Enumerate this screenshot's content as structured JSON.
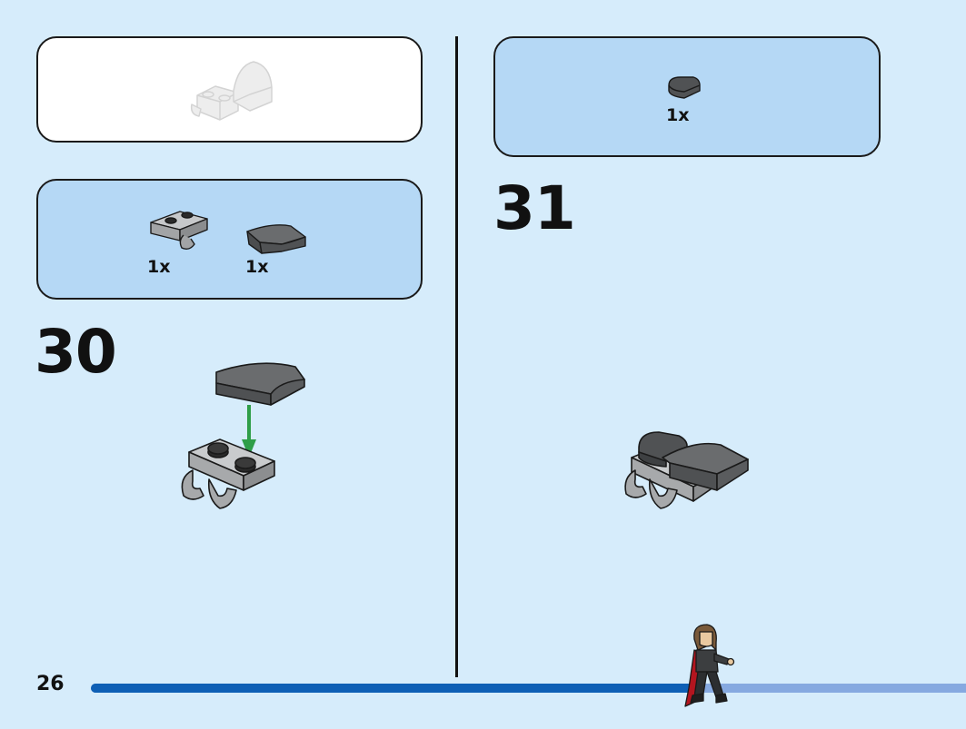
{
  "page": {
    "number": "26",
    "progress": 0.69
  },
  "left": {
    "submodel_preview": {
      "icon": "submodel-preview-icon"
    },
    "parts_list": {
      "items": [
        {
          "icon": "plate-with-clip-icon",
          "qty": "1x"
        },
        {
          "icon": "curved-slope-icon",
          "qty": "1x"
        }
      ]
    },
    "step": {
      "number": "30",
      "arrow_color": "#2e9e48"
    }
  },
  "right": {
    "parts_list": {
      "items": [
        {
          "icon": "round-tile-icon",
          "qty": "1x"
        }
      ]
    },
    "step": {
      "number": "31"
    }
  },
  "colors": {
    "background": "#d6ecfb",
    "callout_blue": "#b5d8f5",
    "dark_gray_part": "#5b5d5f",
    "light_gray_part": "#a6a8aa",
    "progress_fill": "#0e5fb5",
    "progress_track": "#86a9e0"
  },
  "minifigure": {
    "icon": "minifigure-caped-hero-icon"
  }
}
